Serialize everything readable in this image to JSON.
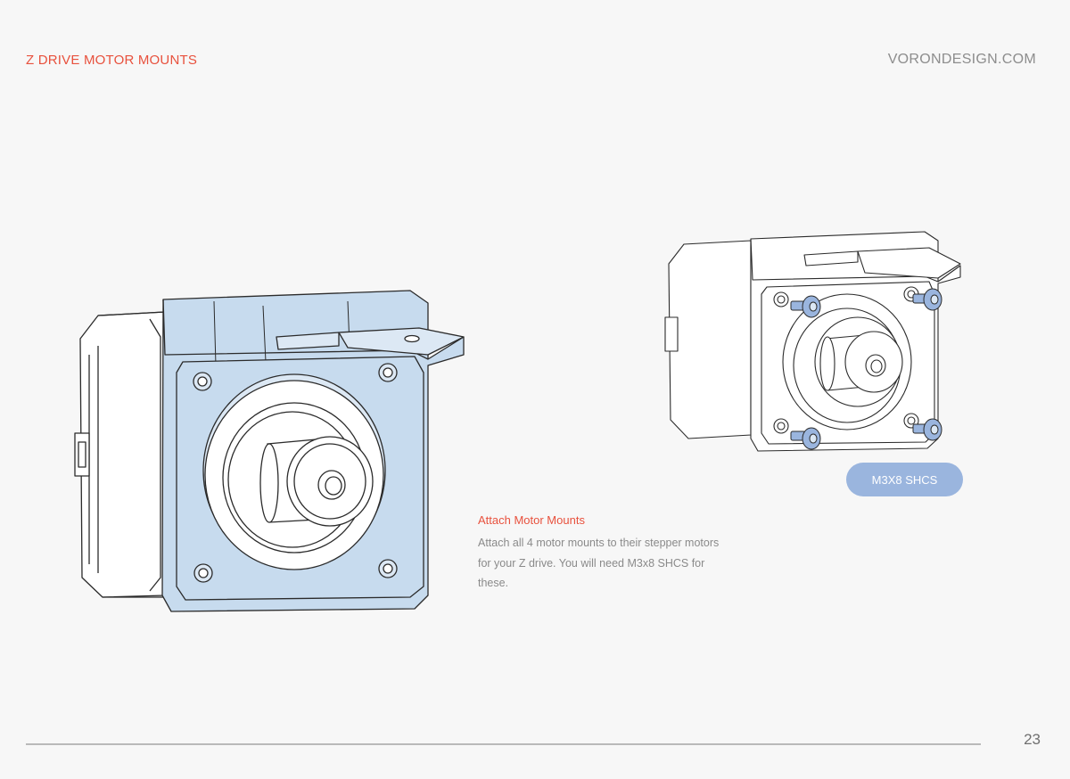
{
  "header": {
    "section_title": "Z DRIVE MOTOR MOUNTS",
    "site": "VORONDESIGN.COM"
  },
  "step": {
    "title": "Attach Motor Mounts",
    "body": "Attach all 4 motor mounts to their stepper motors for your Z drive. You will need M3x8 SHCS for these."
  },
  "hardware_badge": {
    "label": "M3X8 SHCS"
  },
  "footer": {
    "page_number": "23"
  },
  "colors": {
    "accent_red": "#e8513d",
    "highlight_blue": "#c7dbee",
    "badge_blue": "#9ab5de",
    "line_dark": "#2b2b2b"
  }
}
